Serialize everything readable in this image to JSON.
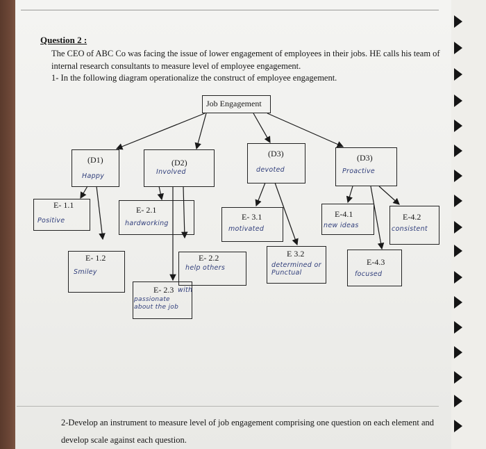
{
  "question": {
    "heading": "Question 2 :",
    "intro_line1": "The CEO of ABC Co was facing the issue of lower engagement of employees in their jobs. HE calls his team of",
    "intro_line2": "internal research consultants to measure level of employee engagement.",
    "task1": "1-  In the following diagram operationalize the construct of employee engagement.",
    "task2_line1": "2-Develop an instrument to measure level of job engagement comprising one question on each element and",
    "task2_line2": "develop scale against each question."
  },
  "diagram": {
    "root": "Job Engagement",
    "dimensions": [
      {
        "code": "(D1)",
        "answer": "Happy"
      },
      {
        "code": "(D2)",
        "answer": "Involved"
      },
      {
        "code": "(D3)",
        "answer": "devoted"
      },
      {
        "code": "(D3)",
        "answer": "Proactive"
      }
    ],
    "elements": [
      {
        "code": "E- 1.1",
        "answer": "Positive"
      },
      {
        "code": "E- 1.2",
        "answer": "Smiley"
      },
      {
        "code": "E- 2.1",
        "answer": "hardworking"
      },
      {
        "code": "E- 2.2",
        "answer": "help others"
      },
      {
        "code": "E- 2.3",
        "answer_note": "with",
        "answer": "passionate about the job"
      },
      {
        "code": "E- 3.1",
        "answer": "motivated"
      },
      {
        "code": "E 3.2",
        "answer": "determined or Punctual"
      },
      {
        "code": "E-4.1",
        "answer": "new ideas"
      },
      {
        "code": "E-4.2",
        "answer": "consistent"
      },
      {
        "code": "E-4.3",
        "answer": "focused"
      }
    ]
  },
  "colors": {
    "ink": "#151515",
    "pen": "#2f3d7a",
    "paper": "#f2f2f0",
    "rings": "#151515"
  }
}
